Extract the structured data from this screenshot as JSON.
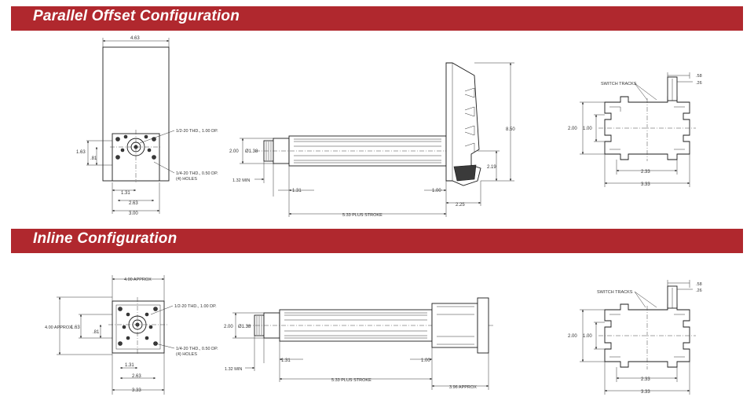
{
  "sections": {
    "top_title": "Parallel Offset Configuration",
    "bottom_title": "Inline Configuration"
  },
  "colors": {
    "banner": "#b0282e",
    "banner_text": "#ffffff"
  },
  "parallel": {
    "front": {
      "width": "4.63",
      "h163": "1.63",
      "h81": ".81",
      "w131": "1.31",
      "w263": "2.63",
      "w300": "3.00",
      "thread1": "1/2-20 THD., 1.00 DP.",
      "thread2": "1/4-20 THD., 0.50 DP.",
      "holes": "(4) HOLES"
    },
    "side": {
      "h200": "2.00",
      "dia": "Ø1.38",
      "min": "1.32 MIN",
      "d131": "1.31",
      "d100": "1.00",
      "stroke": "5.33 PLUS STROKE",
      "d225": "2.25",
      "d850": "8.50",
      "d219": "2.19"
    },
    "profile": {
      "switch": "SWITCH TRACKS",
      "d58": ".58",
      "d26": ".26",
      "h200": "2.00",
      "h100": "1.00",
      "w233": "2.33",
      "w333": "3.33"
    }
  },
  "inline": {
    "front": {
      "width": "4.00 APPROX",
      "height": "4.00 APPROX",
      "h163": "1.63",
      "h81": ".81",
      "w131": "1.31",
      "w263": "2.63",
      "w333": "3.33",
      "thread1": "1/2-20 THD., 1.00 DP.",
      "thread2": "1/4-20 THD., 0.50 DP.",
      "holes": "(4) HOLES"
    },
    "side": {
      "h200": "2.00",
      "dia": "Ø1.38",
      "min": "1.32 MIN",
      "d131": "1.31",
      "d100": "1.00",
      "stroke": "5.33 PLUS STROKE",
      "approx": "3.96 APPROX"
    },
    "profile": {
      "switch": "SWITCH TRACKS",
      "d58": ".58",
      "d26": ".26",
      "h200": "2.00",
      "h100": "1.00",
      "w233": "2.33",
      "w333": "3.33"
    }
  }
}
